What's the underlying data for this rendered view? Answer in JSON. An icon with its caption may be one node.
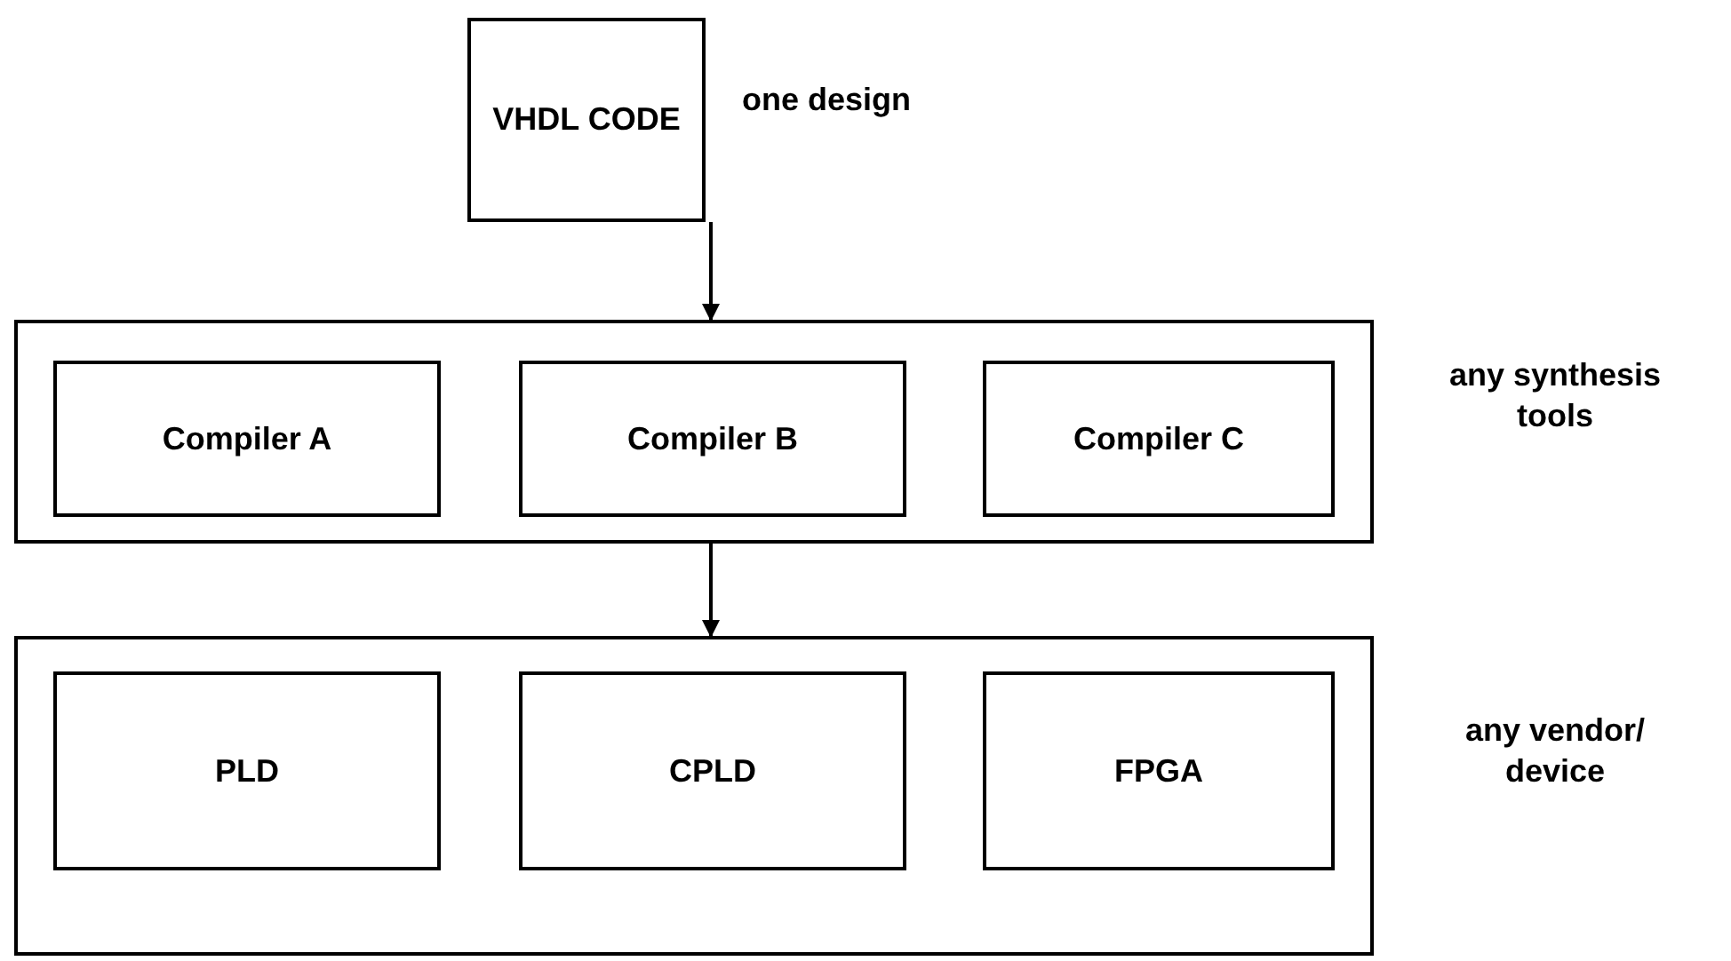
{
  "diagram": {
    "nodes": [
      {
        "text": [
          "VHDL CODE"
        ],
        "beside": [
          "one design"
        ]
      },
      {
        "text": [],
        "shape": "box",
        "beside": [
          "any synthesis tools"
        ]
      },
      {
        "text": [
          "Compiler A"
        ],
        "in": 1
      },
      {
        "text": [
          "Compiler B"
        ],
        "in": 1
      },
      {
        "text": [
          "Compiler C"
        ],
        "in": 1
      },
      {
        "text": [],
        "shape": "box",
        "beside": [
          "any vendor/ device"
        ]
      },
      {
        "text": [
          "PLD"
        ],
        "in": 5
      },
      {
        "text": [
          "CPLD"
        ],
        "in": 5
      },
      {
        "text": [
          "FPGA"
        ],
        "in": 5
      }
    ],
    "edges": [
      {
        "from": 0,
        "to": 1,
        "arrow": "to"
      },
      {
        "from": 1,
        "to": 5,
        "arrow": "to"
      }
    ]
  }
}
